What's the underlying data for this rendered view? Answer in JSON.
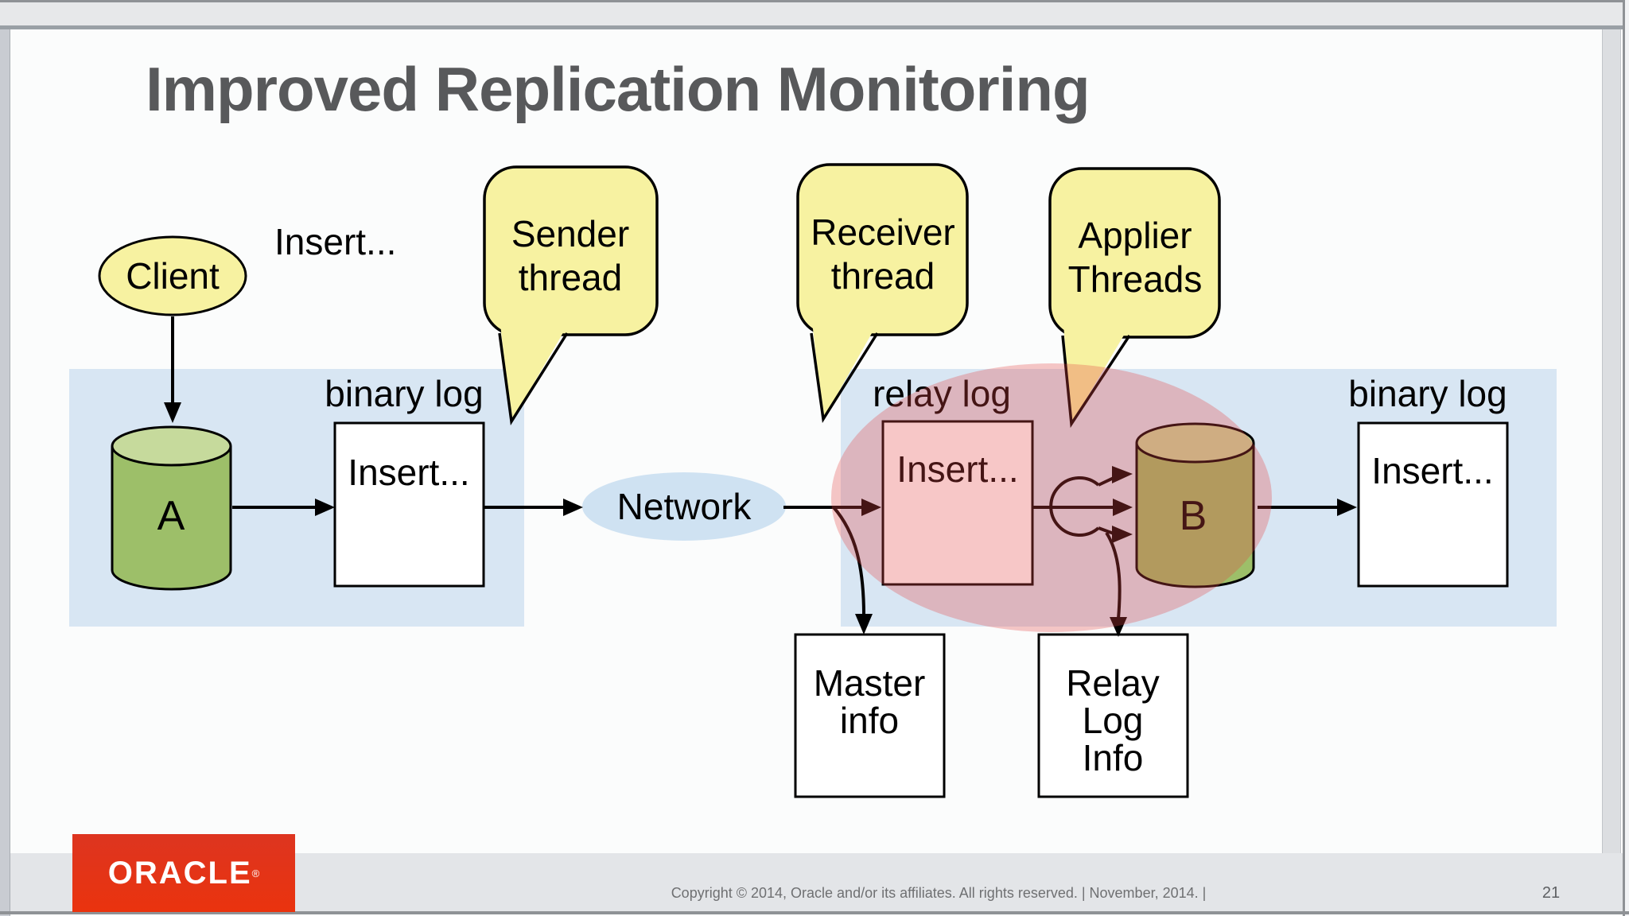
{
  "slide": {
    "title": "Improved Replication Monitoring"
  },
  "diagram": {
    "labels": {
      "insert_statement": "Insert...",
      "binary_log_left": "binary log",
      "relay_log": "relay log",
      "binary_log_right": "binary log"
    },
    "nodes": {
      "client": "Client",
      "server_a": "A",
      "server_b": "B",
      "network": "Network",
      "binlog_left_box": "Insert...",
      "relay_box": "Insert...",
      "binlog_right_box": "Insert...",
      "master_info": [
        "Master",
        "info"
      ],
      "relay_log_info": [
        "Relay",
        "Log",
        "Info"
      ]
    },
    "callouts": {
      "sender": [
        "Sender",
        "thread"
      ],
      "receiver": [
        "Receiver",
        "thread"
      ],
      "applier": [
        "Applier",
        "Threads"
      ]
    },
    "colors": {
      "band_blue": "#d8e6f3",
      "network_blue": "#cfe2f2",
      "bubble_yellow": "#f7f2a1",
      "cylinder_body_green": "#9dbf69",
      "cylinder_top_green": "#c6da9c",
      "highlight_overlay": "rgba(230,70,70,0.30)",
      "oracle_red": "#e9330f",
      "title_gray": "#58595b"
    }
  },
  "footer": {
    "copyright": "Copyright © 2014, Oracle and/or its affiliates. All rights reserved. | November, 2014.  |",
    "page_number": "21"
  },
  "logo": {
    "wordmark": "ORACLE",
    "registered": "®"
  }
}
